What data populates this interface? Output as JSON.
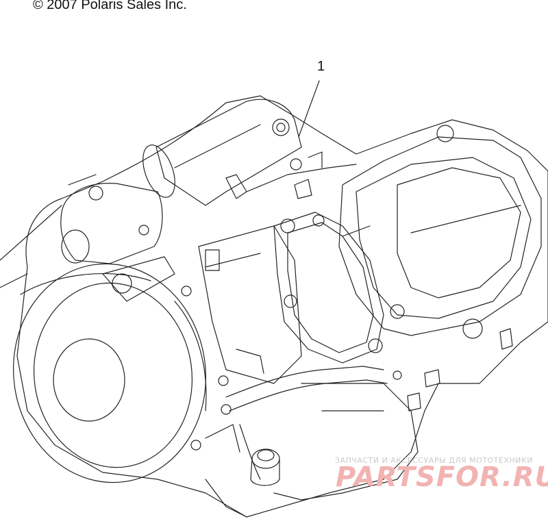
{
  "copyright": "© 2007 Polaris Sales Inc.",
  "callout_number": "1",
  "watermark": {
    "tagline": "ЗАПЧАСТИ И АКСЕССУАРЫ ДЛЯ МОТОТЕХНИКИ",
    "logo": "PARTSFOR.RU"
  }
}
